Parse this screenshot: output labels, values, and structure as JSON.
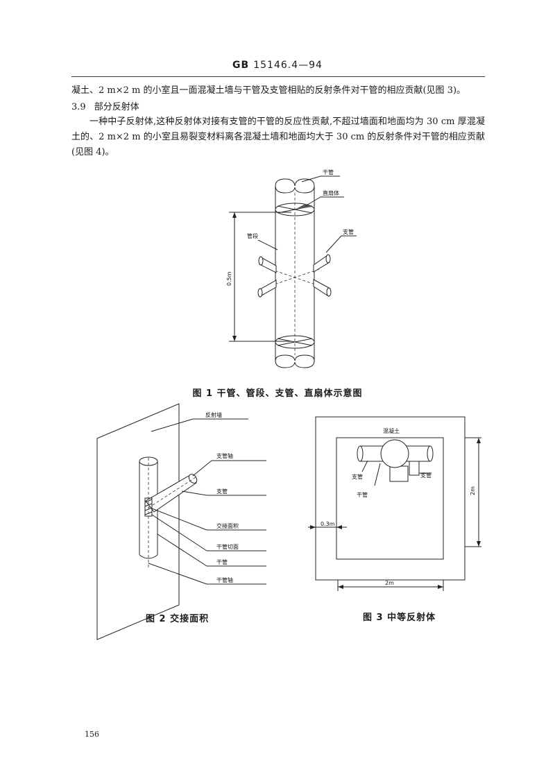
{
  "header": {
    "std_code": "GB",
    "std_number": "15146.4—94"
  },
  "body": {
    "para1": "凝土、2 m×2 m 的小室且一面混凝土墙与干管及支管相贴的反射条件对干管的相应贡献(见图 3)。",
    "section_number": "3.9",
    "section_title": "部分反射体",
    "para2": "一种中子反射体,这种反射体对接有支管的干管的反应性贡献,不超过墙面和地面均为 30 cm 厚混凝土的、2 m×2 m 的小室且易裂变材料离各混凝土墙和地面均大于 30 cm 的反射条件对干管的相应贡献(见图 4)。"
  },
  "figure1": {
    "caption": "图 1  干管、管段、支管、直扇体示意图",
    "labels": {
      "main_pipe": "干管",
      "sector": "直扇体",
      "segment": "管段",
      "branch": "支管",
      "dimension": "0.5m"
    }
  },
  "figure2": {
    "caption": "图 2  交接面积",
    "labels": {
      "wall": "反射墙",
      "branch_axis": "支管轴",
      "branch": "支管",
      "junction": "交接面积",
      "main_section": "干管切面",
      "main_pipe": "干管",
      "main_axis": "干管轴"
    }
  },
  "figure3": {
    "caption": "图 3  中等反射体",
    "labels": {
      "concrete": "混凝土",
      "branch_left": "支管",
      "branch_right": "支管",
      "main_pipe": "干管",
      "thickness": "0.3m",
      "height": "2m",
      "width": "2m"
    }
  },
  "page_number": "156"
}
